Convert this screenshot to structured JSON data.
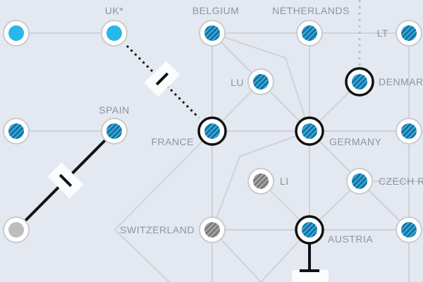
{
  "colors": {
    "background": "#e4e9f1",
    "link": "#cfd2d6",
    "solid_blue": "#29b6e8",
    "stripe_blue_a": "#2aa6dc",
    "stripe_blue_b": "#1b5f86",
    "stripe_grey_a": "#a3a3a3",
    "stripe_grey_b": "#6f6f6f",
    "solid_grey": "#bdbdbd",
    "highlight_ring": "#111111",
    "label_text": "#8d949c"
  },
  "labels": {
    "uk": "UK*",
    "belgium": "BELGIUM",
    "netherlands": "NETHERLANDS",
    "lt": "LT",
    "lu": "LU",
    "denmark": "DENMARK",
    "spain": "SPAIN",
    "france": "FRANCE",
    "germany": "GERMANY",
    "li": "LI",
    "czech": "CZECH REPUBLIC",
    "switzerland": "SWITZERLAND",
    "austria": "AUSTRIA"
  },
  "nodes": [
    {
      "id": "n-uk-west",
      "style": "solid-blue"
    },
    {
      "id": "uk",
      "style": "solid-blue",
      "label": "uk"
    },
    {
      "id": "belgium",
      "style": "striped-blue",
      "label": "belgium"
    },
    {
      "id": "netherlands",
      "style": "striped-blue",
      "label": "netherlands"
    },
    {
      "id": "lt",
      "style": "striped-blue",
      "label": "lt"
    },
    {
      "id": "lu",
      "style": "striped-blue",
      "label": "lu"
    },
    {
      "id": "denmark",
      "style": "striped-blue",
      "label": "denmark",
      "highlight": true
    },
    {
      "id": "n-spain-west",
      "style": "striped-blue"
    },
    {
      "id": "spain",
      "style": "striped-blue",
      "label": "spain"
    },
    {
      "id": "france",
      "style": "striped-blue",
      "label": "france",
      "highlight": true
    },
    {
      "id": "germany",
      "style": "striped-blue",
      "label": "germany",
      "highlight": true
    },
    {
      "id": "n-east-mid",
      "style": "striped-blue"
    },
    {
      "id": "li",
      "style": "striped-grey",
      "label": "li"
    },
    {
      "id": "czech",
      "style": "striped-blue",
      "label": "czech"
    },
    {
      "id": "n-bottom-left",
      "style": "solid-grey"
    },
    {
      "id": "switzerland",
      "style": "striped-grey",
      "label": "switzerland"
    },
    {
      "id": "austria",
      "style": "striped-blue",
      "label": "austria",
      "highlight": true
    },
    {
      "id": "n-east-low",
      "style": "striped-blue"
    }
  ]
}
